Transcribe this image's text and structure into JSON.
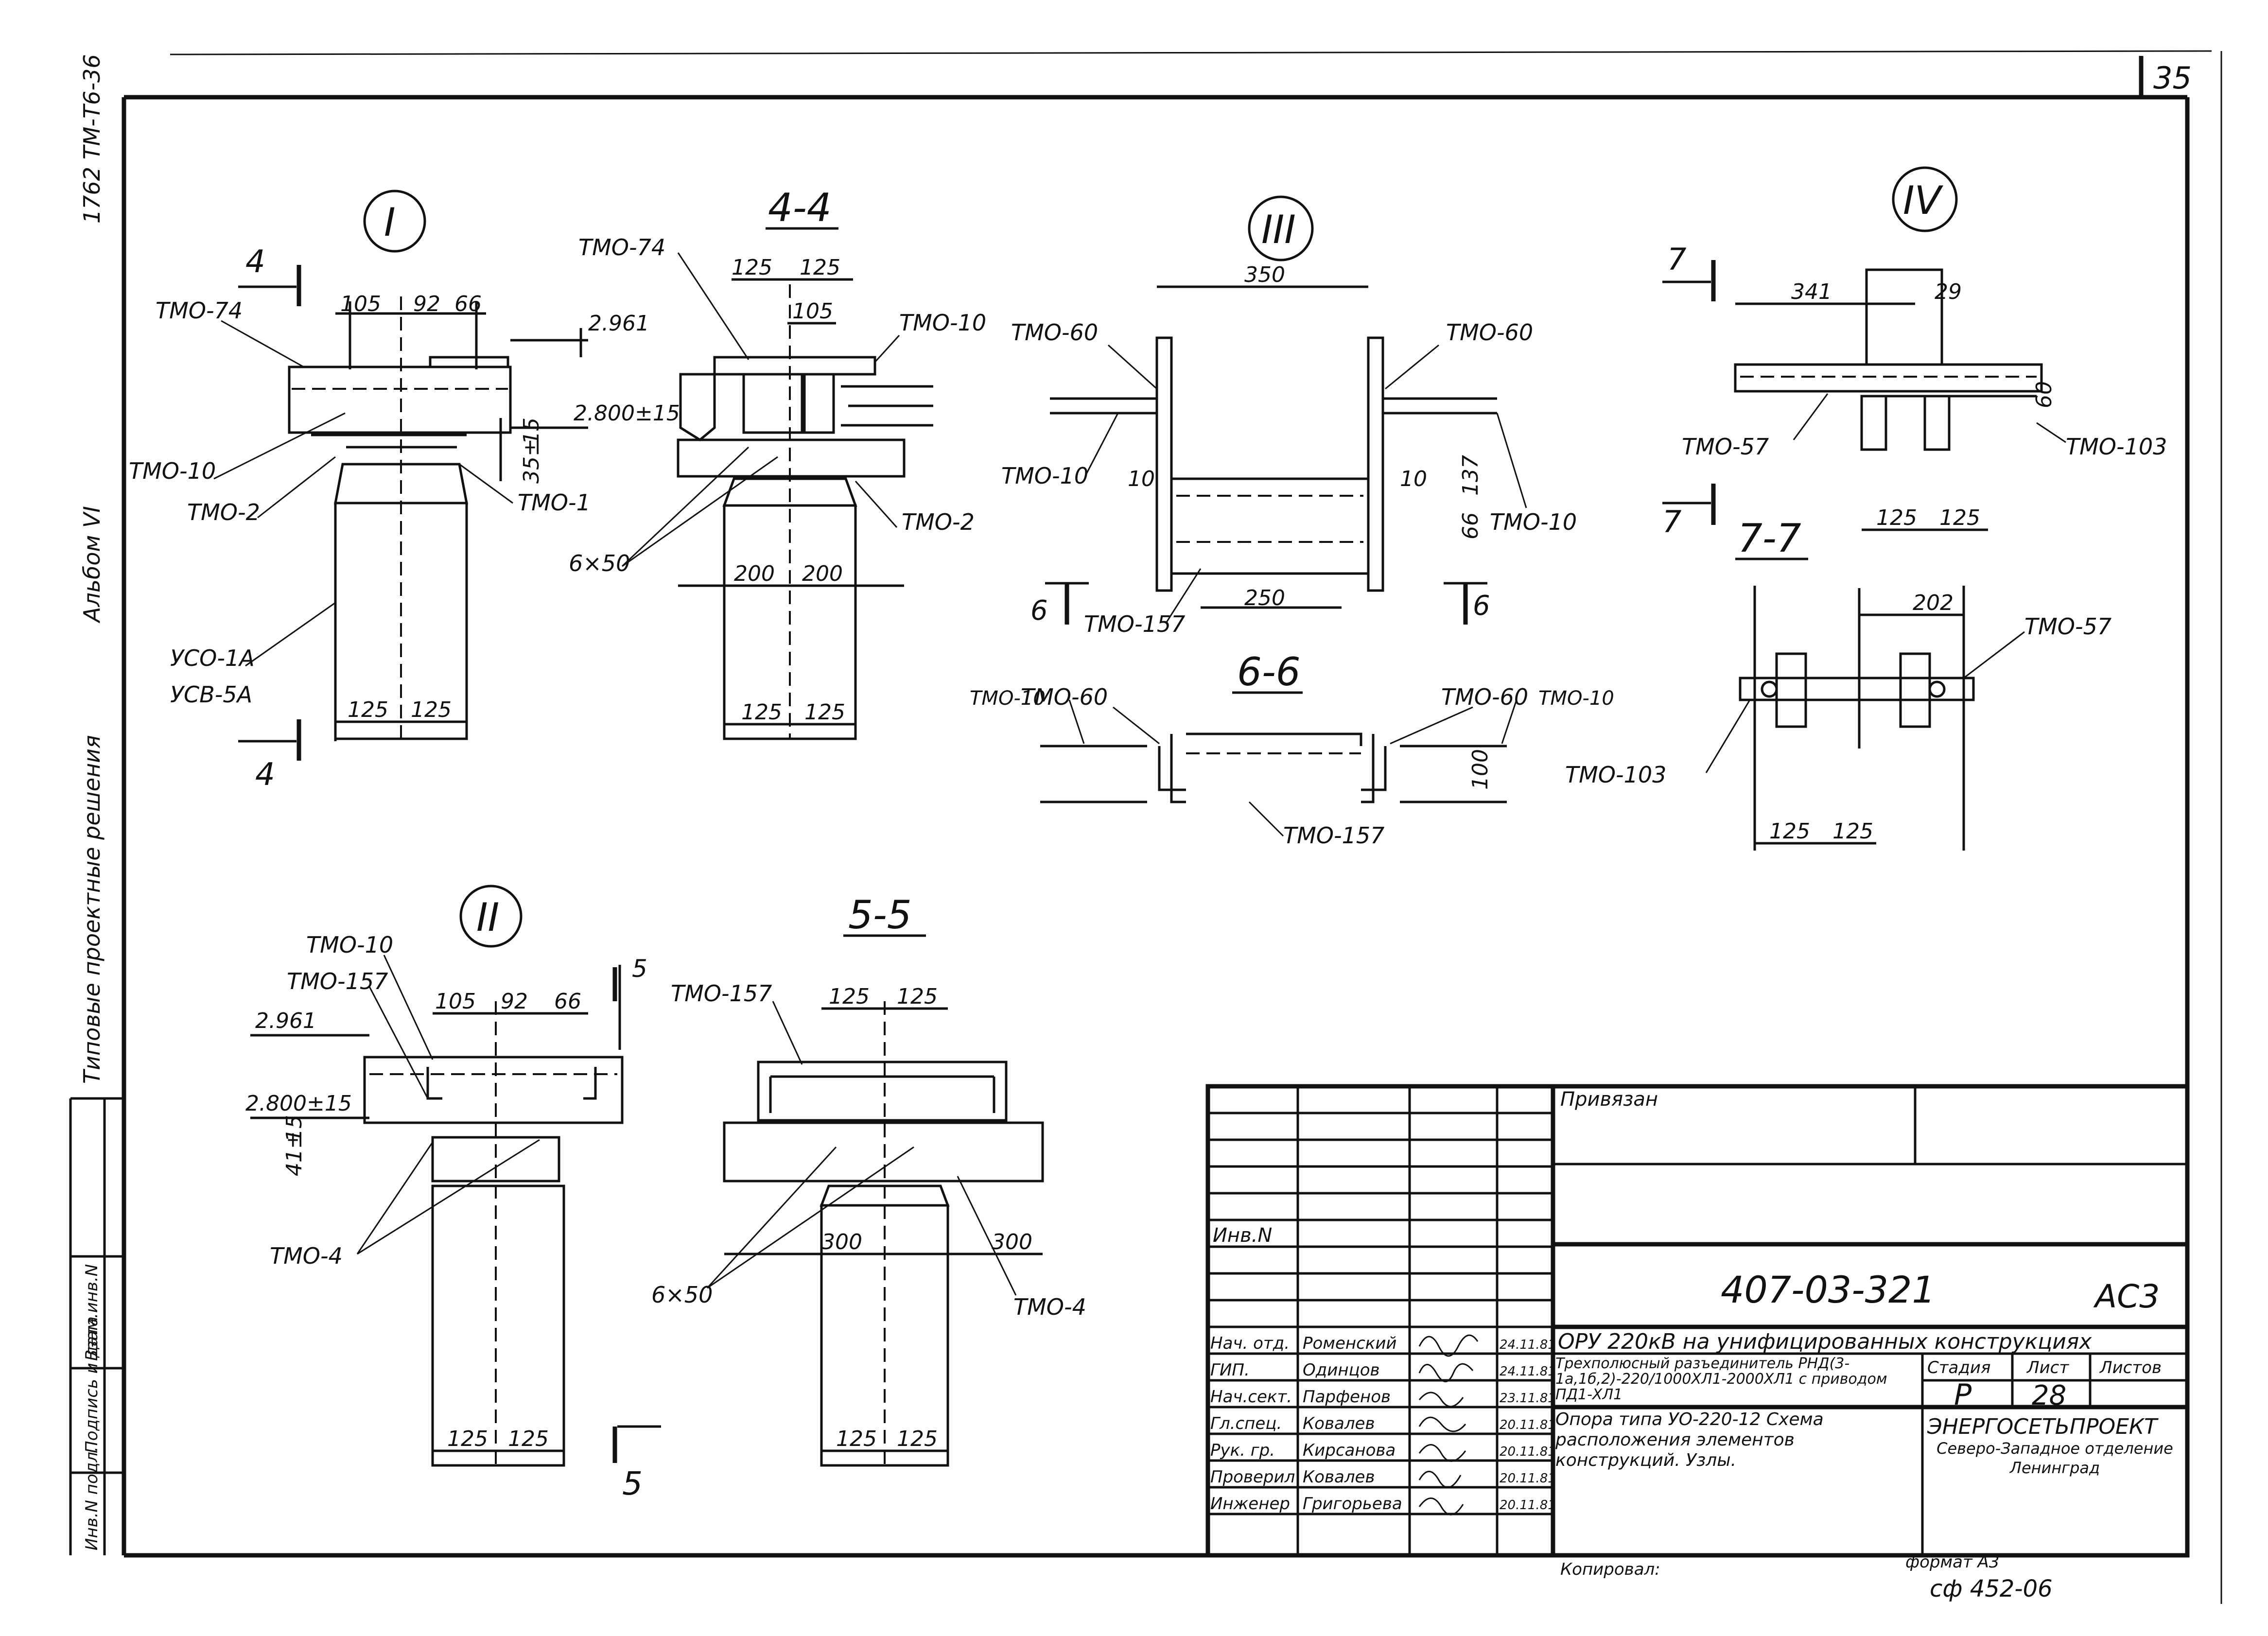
{
  "sheet": {
    "page_number": "35",
    "side_labels": {
      "series_code": "1762 ТМ-Т6-36",
      "album": "Альбом VI",
      "category": "Типовые проектные решения",
      "col1": "Инв.N подл.",
      "col2": "Подпись и дата",
      "col3": "Взам.инв.N"
    }
  },
  "views": {
    "node1": {
      "marker": "I",
      "cut": "4",
      "labels": [
        "ТМО-74",
        "ТМО-10",
        "ТМО-2",
        "ТМО-1",
        "УСО-1А",
        "УСВ-5А"
      ],
      "dims": [
        "105",
        "92",
        "66",
        "2.961",
        "2.800±15",
        "15",
        "35±",
        "125",
        "125"
      ]
    },
    "section44": {
      "title": "4-4",
      "labels": [
        "ТМО-74",
        "ТМО-10",
        "ТМО-2",
        "6×50"
      ],
      "dims": [
        "125",
        "125",
        "105",
        "200",
        "200",
        "125",
        "125"
      ]
    },
    "node3": {
      "marker": "III",
      "cut": "6",
      "labels": [
        "ТМО-60",
        "ТМО-60",
        "ТМО-10",
        "ТМО-10",
        "ТМО-157"
      ],
      "dims": [
        "350",
        "10",
        "10",
        "137",
        "66",
        "250"
      ]
    },
    "section66": {
      "title": "6-6",
      "labels": [
        "ТМО-60",
        "ТМО-60",
        "ТМО-10",
        "ТМО-10",
        "ТМО-157"
      ],
      "dims": [
        "100"
      ]
    },
    "node4": {
      "marker": "IV",
      "cut": "7",
      "labels": [
        "ТМО-57",
        "ТМО-103"
      ],
      "dims": [
        "341",
        "29",
        "60",
        "125",
        "125"
      ]
    },
    "section77": {
      "title": "7-7",
      "labels": [
        "ТМО-57",
        "ТМО-103"
      ],
      "dims": [
        "202",
        "125",
        "125"
      ]
    },
    "node2": {
      "marker": "II",
      "cut": "5",
      "labels": [
        "ТМО-10",
        "ТМО-157",
        "ТМО-4"
      ],
      "dims": [
        "105",
        "92",
        "66",
        "2.961",
        "2.800±15",
        "15",
        "41±",
        "125",
        "125"
      ]
    },
    "section55": {
      "title": "5-5",
      "labels": [
        "ТМО-157",
        "ТМО-4",
        "6×50"
      ],
      "dims": [
        "125",
        "125",
        "300",
        "300",
        "125",
        "125"
      ]
    }
  },
  "title_block": {
    "privyazan": "Привязан",
    "inv_no": "Инв.N",
    "doc_code": "407-03-321",
    "mark": "АС3",
    "project": "ОРУ 220кВ на унифицированных конструкциях",
    "item_title": "Трехполюсный разъединитель РНД(3-1а,1б,2)-220/1000ХЛ1-2000ХЛ1 с приводом ПД1-ХЛ1",
    "stage_header": "Стадия",
    "sheet_header": "Лист",
    "sheets_header": "Листов",
    "stage": "Р",
    "sheet": "28",
    "drawing_title": "Опора типа УО-220-12 Схема расположения элементов конструкций. Узлы.",
    "org": "ЭНЕРГОСЕТЬПРОЕКТ",
    "org_branch": "Северо-Западное отделение Ленинград",
    "copied": "Копировал:",
    "format": "формат А3",
    "order": "сф 452-06",
    "signatures": [
      {
        "role": "Нач. отд.",
        "name": "Роменский",
        "date": "24.11.81"
      },
      {
        "role": "ГИП.",
        "name": "Одинцов",
        "date": "24.11.81"
      },
      {
        "role": "Нач.сект.",
        "name": "Парфенов",
        "date": "23.11.81"
      },
      {
        "role": "Гл.спец.",
        "name": "Ковалев",
        "date": "20.11.81"
      },
      {
        "role": "Рук. гр.",
        "name": "Кирсанова",
        "date": "20.11.81"
      },
      {
        "role": "Проверил",
        "name": "Ковалев",
        "date": "20.11.81"
      },
      {
        "role": "Инженер",
        "name": "Григорьева",
        "date": "20.11.81"
      }
    ]
  }
}
